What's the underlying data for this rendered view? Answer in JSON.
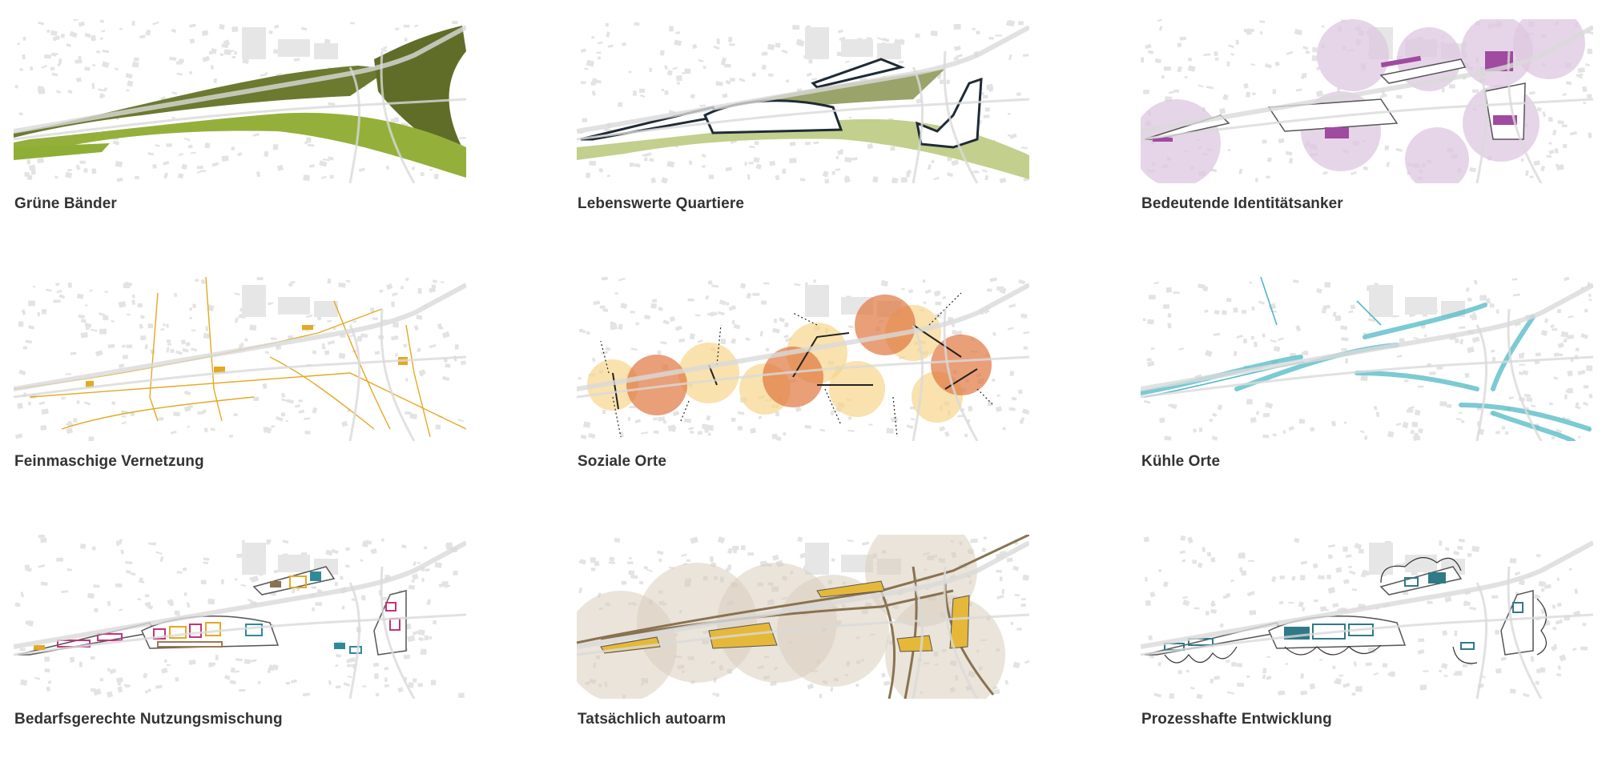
{
  "panels": [
    {
      "id": "gruene-baender",
      "caption": "Grüne Bänder",
      "accent": "#6b7a2f",
      "accent2": "#94b03a"
    },
    {
      "id": "lebenswerte-quartiere",
      "caption": "Lebenswerte Quartiere",
      "accent": "#9aa36a",
      "accent2": "#c3cf8c"
    },
    {
      "id": "identitaetsanker",
      "caption": "Bedeutende Identitätsanker",
      "accent": "#a04aa0",
      "accent2": "#ddc7e0"
    },
    {
      "id": "feinmaschige-vernetzung",
      "caption": "Feinmaschige Vernetzung",
      "accent": "#e5a822",
      "accent2": "#f2c65a"
    },
    {
      "id": "soziale-orte",
      "caption": "Soziale Orte",
      "accent": "#e0763f",
      "accent2": "#f6d58a"
    },
    {
      "id": "kuehle-orte",
      "caption": "Kühle Orte",
      "accent": "#4fb8c6",
      "accent2": "#a8dde4"
    },
    {
      "id": "nutzungsmischung",
      "caption": "Bedarfsgerechte Nutzungsmischung",
      "accent": "#c4327e",
      "accent2": "#2f8a96"
    },
    {
      "id": "autoarm",
      "caption": "Tatsächlich autoarm",
      "accent": "#8a7250",
      "accent2": "#d8cdbd"
    },
    {
      "id": "prozesshafte-entwicklung",
      "caption": "Prozesshafte Entwicklung",
      "accent": "#2f7a86",
      "accent2": "#5fb0bb"
    }
  ]
}
